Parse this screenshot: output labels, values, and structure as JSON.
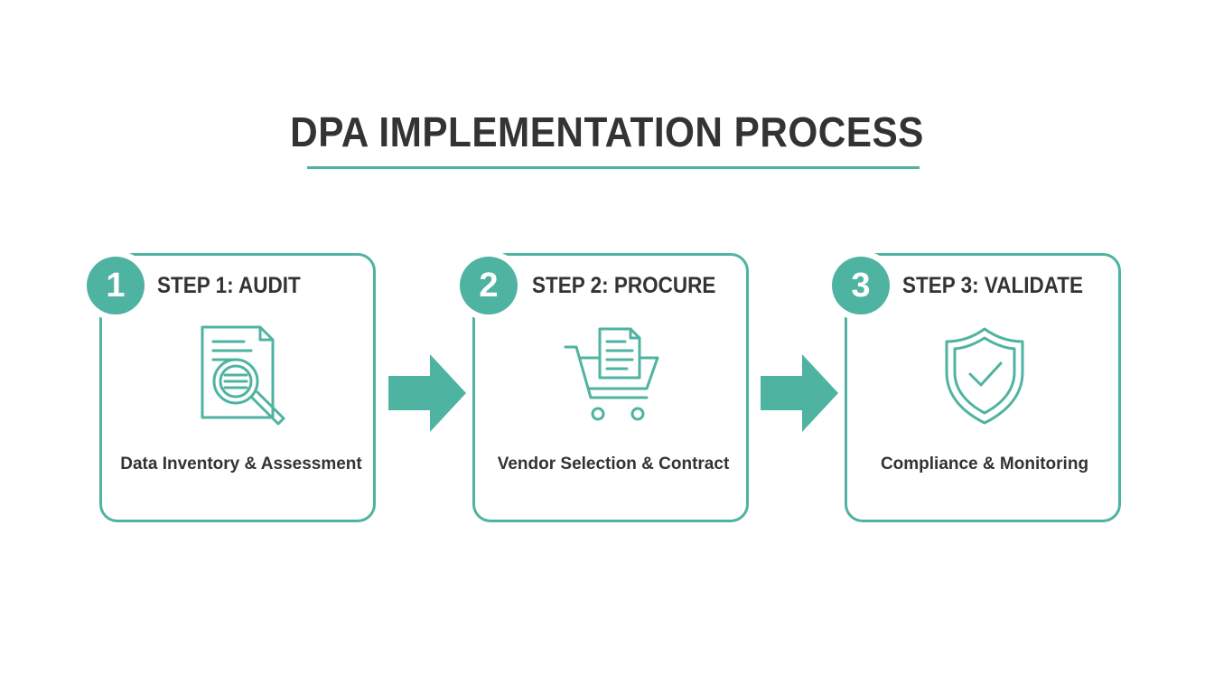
{
  "title": "DPA IMPLEMENTATION PROCESS",
  "colors": {
    "accent": "#4fb3a1",
    "text": "#333333",
    "background": "#ffffff"
  },
  "steps": [
    {
      "number": "1",
      "title": "STEP 1: AUDIT",
      "description": "Data Inventory & Assessment",
      "icon": "document-magnifier-icon"
    },
    {
      "number": "2",
      "title": "STEP 2: PROCURE",
      "description": "Vendor Selection & Contract",
      "icon": "shopping-cart-document-icon"
    },
    {
      "number": "3",
      "title": "STEP 3: VALIDATE",
      "description": "Compliance & Monitoring",
      "icon": "shield-check-icon"
    }
  ]
}
